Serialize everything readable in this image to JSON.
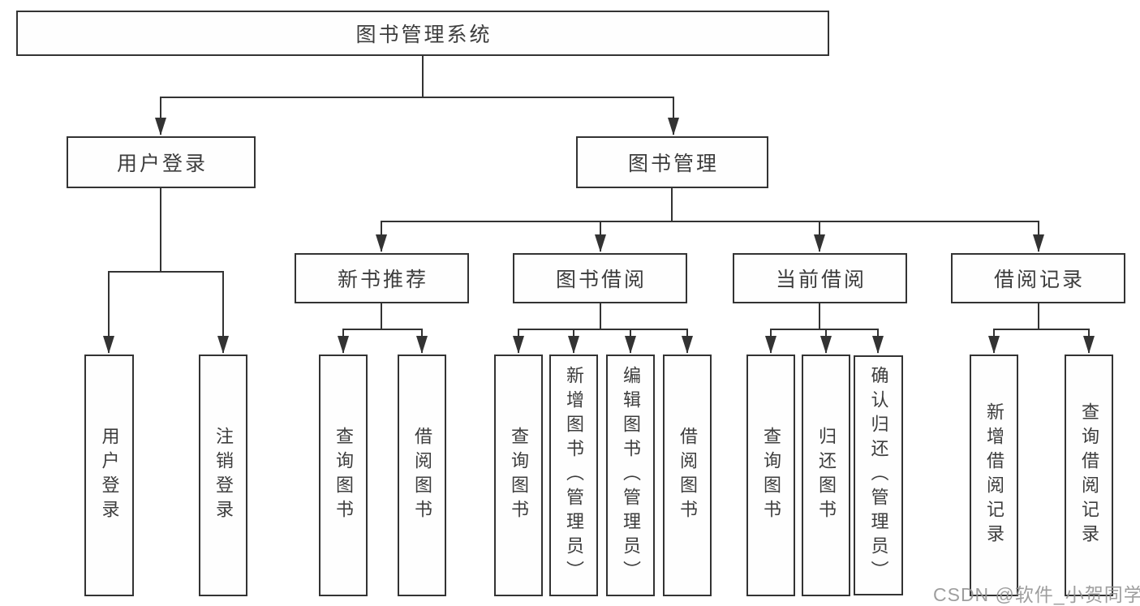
{
  "title": "图书管理系统",
  "colors": {
    "line": "#333333",
    "border": "#333333",
    "text": "#3d3d3d",
    "background": "#ffffff",
    "watermark": "#949494"
  },
  "root": {
    "label": "图书管理系统"
  },
  "level2": [
    {
      "label": "用户登录"
    },
    {
      "label": "图书管理"
    }
  ],
  "level3": [
    {
      "label": "新书推荐"
    },
    {
      "label": "图书借阅"
    },
    {
      "label": "当前借阅"
    },
    {
      "label": "借阅记录"
    }
  ],
  "level4": [
    {
      "label": "用户登录"
    },
    {
      "label": "注销登录"
    },
    {
      "label": "查询图书"
    },
    {
      "label": "借阅图书"
    },
    {
      "label": "查询图书"
    },
    {
      "label": "新增图书（管理员）"
    },
    {
      "label": "编辑图书（管理员）"
    },
    {
      "label": "借阅图书"
    },
    {
      "label": "查询图书"
    },
    {
      "label": "归还图书"
    },
    {
      "label": "确认归还（管理员）"
    },
    {
      "label": "新增借阅记录"
    },
    {
      "label": "查询借阅记录"
    }
  ],
  "watermark": {
    "text": "CSDN @软件_小贺同学"
  }
}
